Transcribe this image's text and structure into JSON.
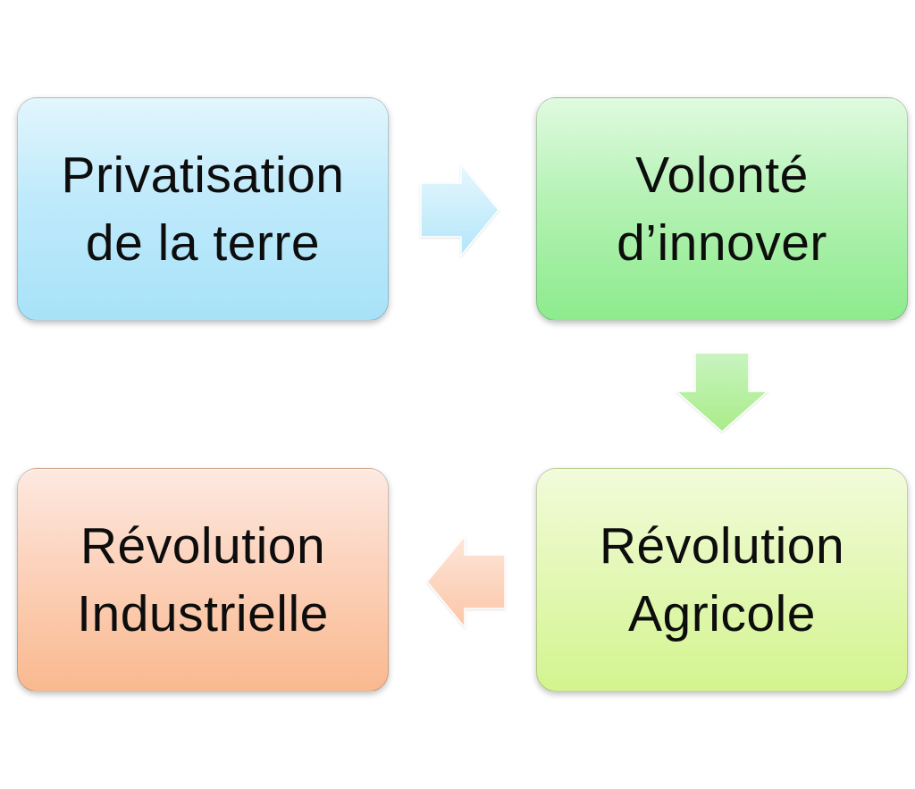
{
  "diagram": {
    "steps": [
      {
        "line1": "Privatisation",
        "line2": "de la terre",
        "color": "#bfeafb"
      },
      {
        "line1": "Volonté",
        "line2": "d’innover",
        "color": "#b5f2b5"
      },
      {
        "line1": "Révolution",
        "line2": "Agricole",
        "color": "#e4f8b8"
      },
      {
        "line1": "Révolution",
        "line2": "Industrielle",
        "color": "#fcd2bb"
      }
    ],
    "arrows": [
      {
        "from": 0,
        "to": 1,
        "direction": "right",
        "color": "#cdeefb"
      },
      {
        "from": 1,
        "to": 2,
        "direction": "down",
        "color": "#b6f0a0"
      },
      {
        "from": 2,
        "to": 3,
        "direction": "left",
        "color": "#fcd2bb"
      }
    ]
  }
}
